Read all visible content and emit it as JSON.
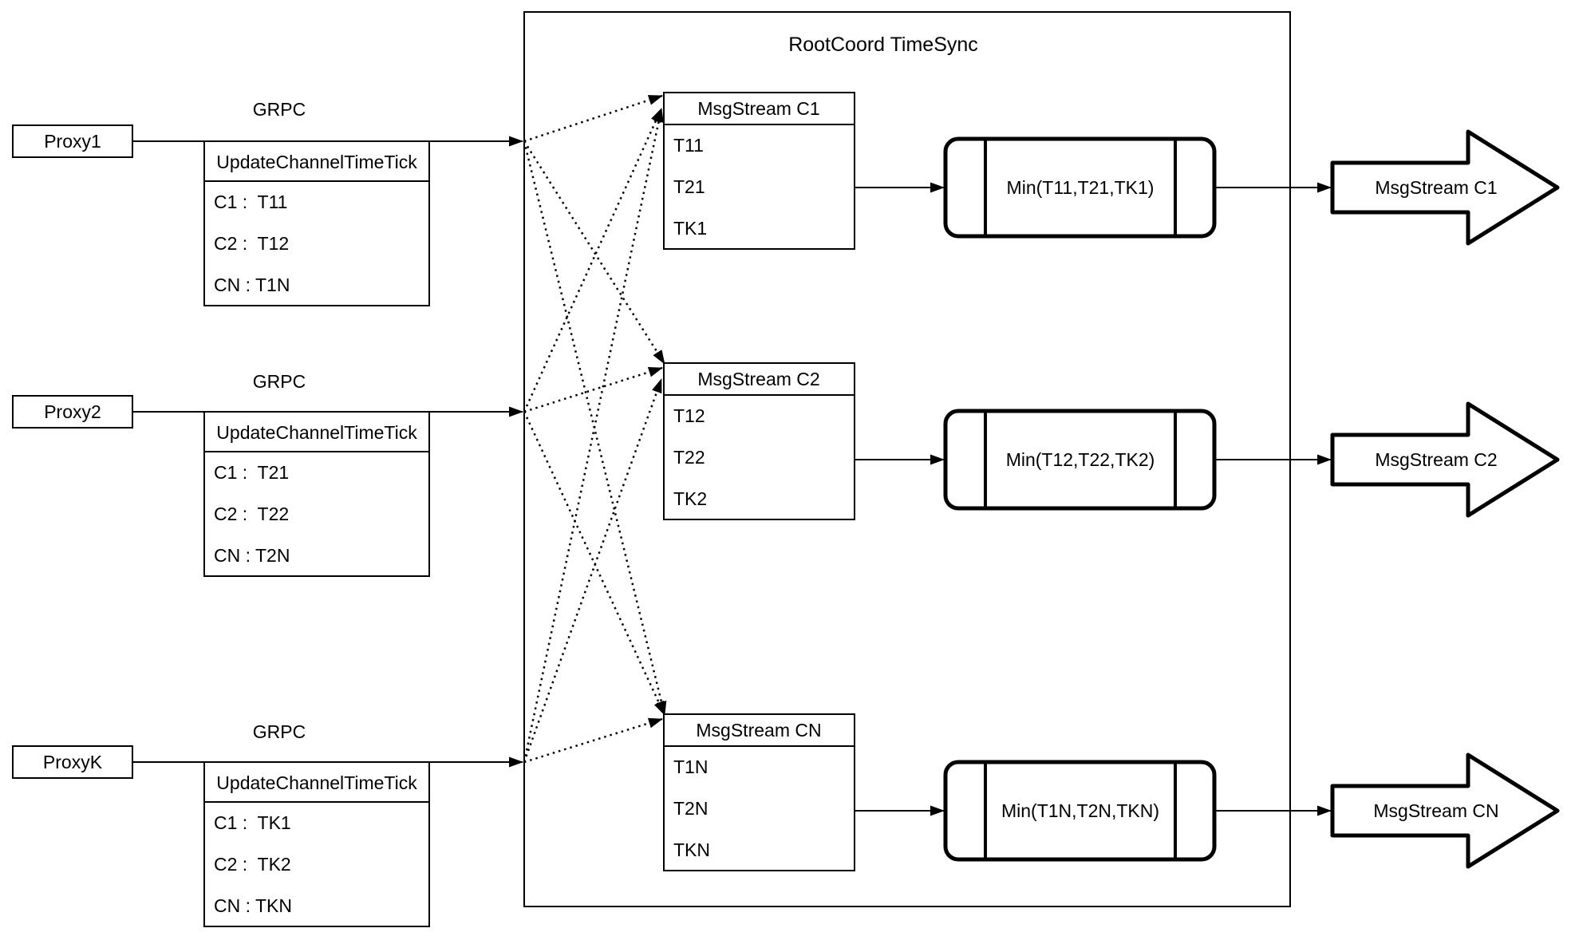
{
  "diagram": {
    "title": "RootCoord TimeSync",
    "grpc_label": "GRPC",
    "colors": {
      "stroke": "#000000",
      "background": "#ffffff"
    },
    "rows": [
      {
        "proxy_label": "Proxy1",
        "update_table": {
          "header": "UpdateChannelTimeTick",
          "rows": [
            "C1 :  T11",
            "C2 :  T12",
            "CN : T1N"
          ]
        },
        "msgstream_table": {
          "header": "MsgStream C1",
          "rows": [
            "T11",
            "T21",
            "TK1"
          ]
        },
        "min_label": "Min(T11,T21,TK1)",
        "output_label": "MsgStream C1"
      },
      {
        "proxy_label": "Proxy2",
        "update_table": {
          "header": "UpdateChannelTimeTick",
          "rows": [
            "C1 :  T21",
            "C2 :  T22",
            "CN : T2N"
          ]
        },
        "msgstream_table": {
          "header": "MsgStream C2",
          "rows": [
            "T12",
            "T22",
            "TK2"
          ]
        },
        "min_label": "Min(T12,T22,TK2)",
        "output_label": "MsgStream C2"
      },
      {
        "proxy_label": "ProxyK",
        "update_table": {
          "header": "UpdateChannelTimeTick",
          "rows": [
            "C1 :  TK1",
            "C2 :  TK2",
            "CN : TKN"
          ]
        },
        "msgstream_table": {
          "header": "MsgStream CN",
          "rows": [
            "T1N",
            "T2N",
            "TKN"
          ]
        },
        "min_label": "Min(T1N,T2N,TKN)",
        "output_label": "MsgStream CN"
      }
    ]
  }
}
